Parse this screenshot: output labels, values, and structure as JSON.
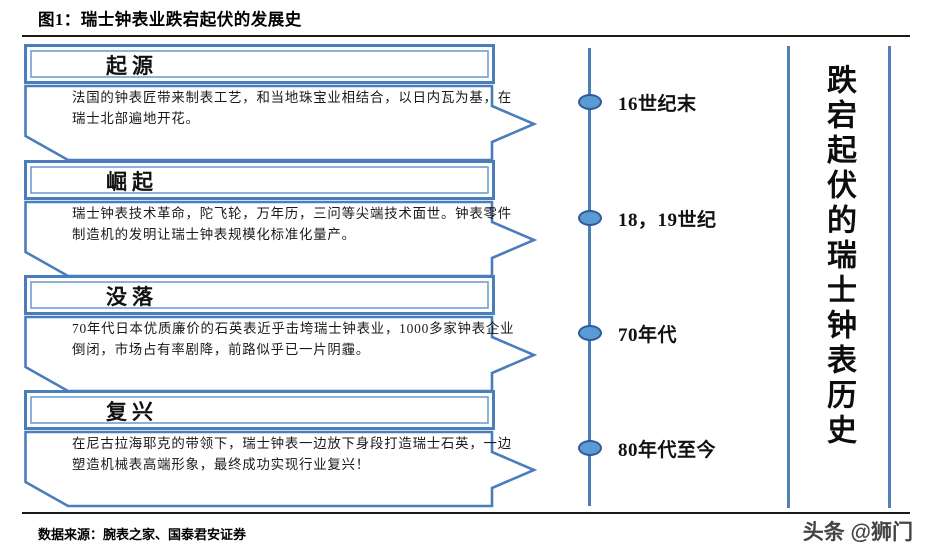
{
  "header": {
    "title": "图1：瑞士钟表业跌宕起伏的发展史"
  },
  "footer": {
    "source": "数据来源：腕表之家、国泰君安证券",
    "watermark": "头条 @狮门"
  },
  "vertical_title": "跌宕起伏的瑞士钟表历史",
  "colors": {
    "accent_blue": "#4a7ebb",
    "node_fill": "#5b9bd5",
    "node_stroke": "#2f5c96",
    "box_stroke": "#4a7ebb",
    "rule": "#1a1a1a"
  },
  "stages": [
    {
      "title": "起源",
      "body": "法国的钟表匠带来制表工艺，和当地珠宝业相结合，以日内瓦为基，在瑞士北部遍地开花。",
      "period": "16世纪末"
    },
    {
      "title": "崛起",
      "body": "瑞士钟表技术革命，陀飞轮，万年历，三问等尖端技术面世。钟表零件制造机的发明让瑞士钟表规模化标准化量产。",
      "period": "18，19世纪"
    },
    {
      "title": "没落",
      "body": "70年代日本优质廉价的石英表近乎击垮瑞士钟表业，1000多家钟表企业倒闭，市场占有率剧降，前路似乎已一片阴霾。",
      "period": "70年代"
    },
    {
      "title": "复兴",
      "body": "在尼古拉海耶克的带领下，瑞士钟表一边放下身段打造瑞士石英，一边塑造机械表高端形象，最终成功实现行业复兴！",
      "period": "80年代至今"
    }
  ]
}
